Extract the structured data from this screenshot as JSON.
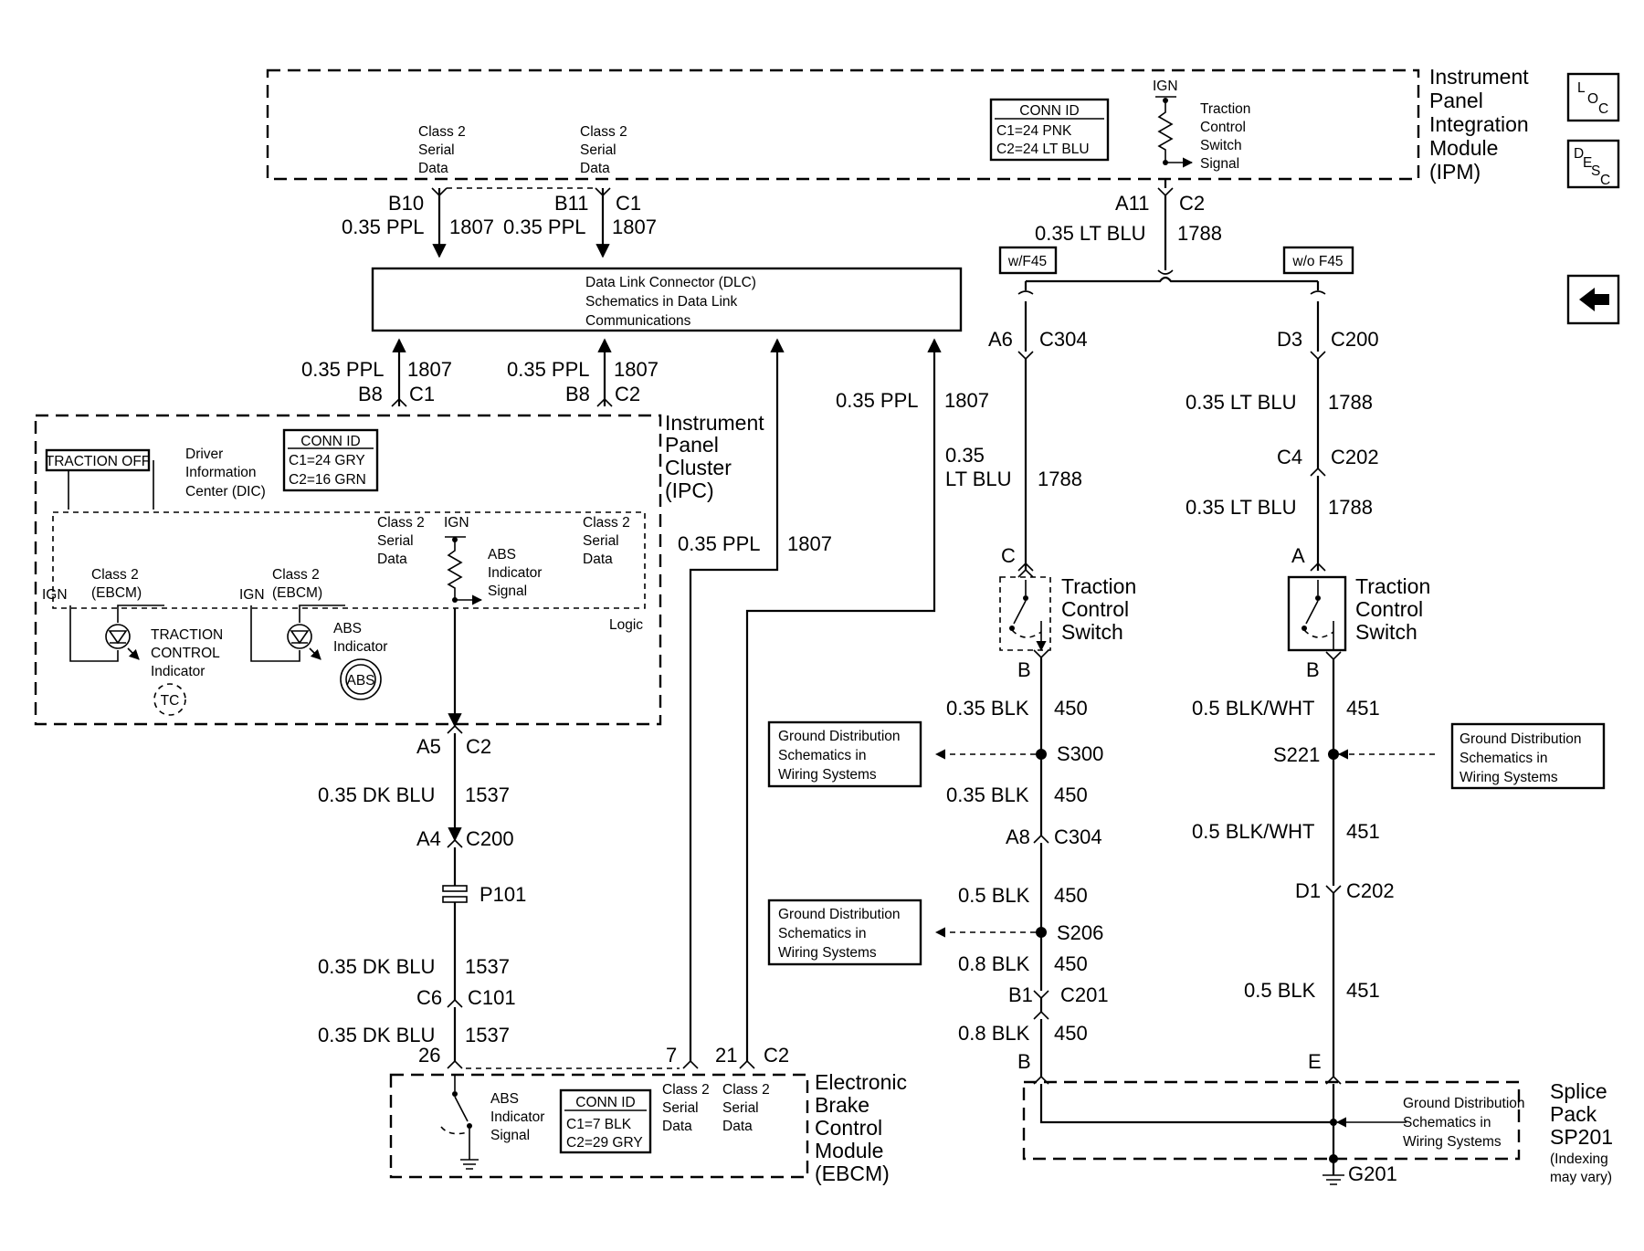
{
  "modules": {
    "ipm": [
      "Instrument",
      "Panel",
      "Integration",
      "Module",
      "(IPM)"
    ],
    "ipc": [
      "Instrument",
      "Panel",
      "Cluster",
      "(IPC)"
    ],
    "ebcm": [
      "Electronic",
      "Brake",
      "Control",
      "Module",
      "(EBCM)"
    ],
    "splice": [
      "Splice",
      "Pack",
      "SP201"
    ],
    "splice_note": [
      "(Indexing",
      "may vary)"
    ]
  },
  "conn_ids": {
    "ipm": {
      "title": "CONN ID",
      "lines": [
        "C1=24 PNK",
        "C2=24 LT BLU"
      ]
    },
    "ipc": {
      "title": "CONN ID",
      "lines": [
        "C1=24 GRY",
        "C2=16 GRN"
      ]
    },
    "ebcm": {
      "title": "CONN ID",
      "lines": [
        "C1=7 BLK",
        "C2=29 GRY"
      ]
    }
  },
  "dlc": [
    "Data Link Connector (DLC)",
    "Schematics in Data Link",
    "Communications"
  ],
  "nav": {
    "loc": [
      "L",
      "O",
      "C"
    ],
    "desc": [
      "D",
      "E",
      "S",
      "C"
    ],
    "back": "back-arrow-icon"
  },
  "labels": {
    "ign": "IGN",
    "class2": [
      "Class 2",
      "Serial",
      "Data"
    ],
    "class2_short": [
      "Class 2",
      "(EBCM)"
    ],
    "tcs_signal": [
      "Traction",
      "Control",
      "Switch",
      "Signal"
    ],
    "abs_signal": [
      "ABS",
      "Indicator",
      "Signal"
    ],
    "traction_off": "TRACTION OFF",
    "dic": [
      "Driver",
      "Information",
      "Center (DIC)"
    ],
    "tc_indicator": [
      "TRACTION",
      "CONTROL",
      "Indicator"
    ],
    "tc_icon": "TC",
    "abs_indicator": [
      "ABS",
      "Indicator"
    ],
    "abs_icon": "ABS",
    "logic": "Logic",
    "wf45": "w/F45",
    "wof45": "w/o F45",
    "tcs_switch": [
      "Traction",
      "Control",
      "Switch"
    ],
    "ground_dist": [
      "Ground Distribution",
      "Schematics in",
      "Wiring Systems"
    ]
  },
  "pins": {
    "b10": "B10",
    "b11": "B11",
    "c1": "C1",
    "c2": "C2",
    "a11": "A11",
    "b8": "B8",
    "a5": "A5",
    "a4": "A4",
    "c200": "C200",
    "p101": "P101",
    "c6": "C6",
    "c101": "C101",
    "p26": "26",
    "p7": "7",
    "p21": "21",
    "a6": "A6",
    "c304": "C304",
    "d3": "D3",
    "c4": "C4",
    "c202": "C202",
    "pin_c": "C",
    "pin_a": "A",
    "pin_b": "B",
    "pin_e": "E",
    "s300": "S300",
    "s221": "S221",
    "a8": "A8",
    "d1": "D1",
    "s206": "S206",
    "b1": "B1",
    "c201": "C201",
    "g201": "G201"
  },
  "wires": {
    "ppl": "0.35 PPL",
    "c1807": "1807",
    "ltblu": "0.35 LT BLU",
    "c1788": "1788",
    "ltblu_a": "0.35",
    "ltblu_b": "LT BLU",
    "dkblu": "0.35 DK BLU",
    "c1537": "1537",
    "blk035": "0.35 BLK",
    "blk05": "0.5 BLK",
    "blk08": "0.8 BLK",
    "c450": "450",
    "blkwht": "0.5 BLK/WHT",
    "c451": "451"
  }
}
